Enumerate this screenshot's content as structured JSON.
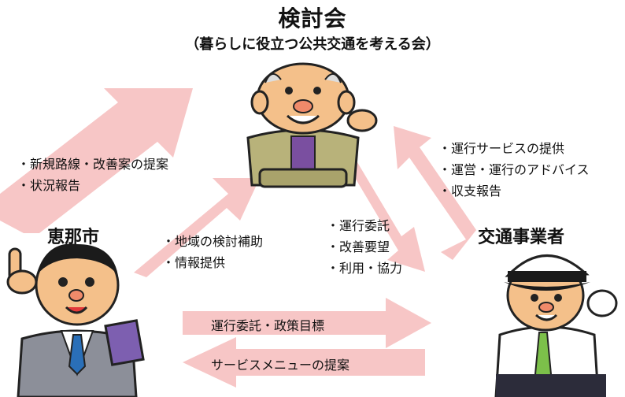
{
  "header": {
    "title": "検討会",
    "subtitle": "（暮らしに役立つ公共交通を考える会）"
  },
  "actors": {
    "left": "恵那市",
    "right": "交通事業者"
  },
  "city_to_council": [
    "・新規路線・改善案の提案",
    "・状況報告"
  ],
  "council_to_city": [
    "・地域の検討補助",
    "・情報提供"
  ],
  "operator_to_council": [
    "・運行サービスの提供",
    "・運営・運行のアドバイス",
    "・収支報告"
  ],
  "council_to_operator": [
    "・運行委託",
    "・改善要望",
    "・利用・協力"
  ],
  "bottom_arrows": {
    "to_operator": "運行委託・政策目標",
    "to_city": "サービスメニューの提案"
  },
  "colors": {
    "arrow": "#f7c6c6",
    "text": "#111111"
  },
  "icons": [
    "elderly-man-illustration",
    "businessman-illustration",
    "bus-driver-illustration"
  ]
}
